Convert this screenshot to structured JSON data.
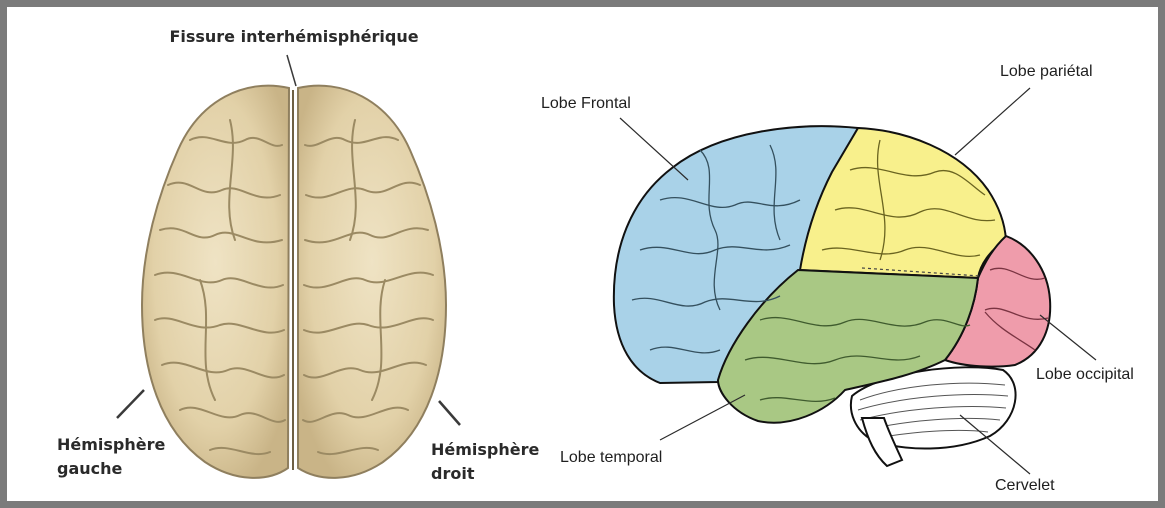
{
  "left_diagram": {
    "labels": {
      "fissure": "Fissure interhémisphérique",
      "left_hemisphere_line1": "Hémisphère",
      "left_hemisphere_line2": "gauche",
      "right_hemisphere_line1": "Hémisphère",
      "right_hemisphere_line2": "droit"
    }
  },
  "right_diagram": {
    "labels": {
      "frontal": "Lobe Frontal",
      "parietal": "Lobe pariétal",
      "occipital": "Lobe occipital",
      "temporal": "Lobe temporal",
      "cerebellum": "Cervelet"
    }
  },
  "colors": {
    "brain_tan": "#e4d5b0",
    "brain_outline": "#8f7f5e",
    "frontal": "#a9d2e8",
    "parietal": "#f8f08c",
    "temporal": "#a9c884",
    "occipital": "#ef9cab",
    "cerebellum": "#ffffff",
    "frame": "#7b7b7b"
  }
}
